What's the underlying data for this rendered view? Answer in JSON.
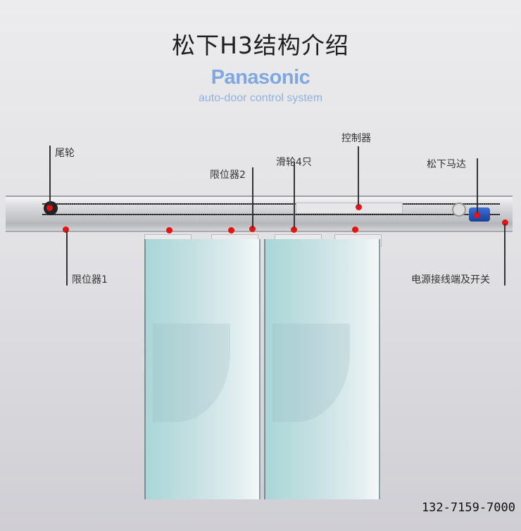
{
  "header": {
    "title": "松下H3结构介绍",
    "brand": "Panasonic",
    "subtitle": "auto-door control system"
  },
  "colors": {
    "brand_blue": "#7fa8e0",
    "marker_red": "#e41414",
    "motor_blue": "#2a55c0",
    "glass": "#c3dfe1"
  },
  "callouts": [
    {
      "id": "tail-pulley",
      "label": "尾轮"
    },
    {
      "id": "limit-switch-2",
      "label": "限位器2"
    },
    {
      "id": "pulleys-4",
      "label": "滑轮4只"
    },
    {
      "id": "controller",
      "label": "控制器"
    },
    {
      "id": "motor",
      "label": "松下马达"
    },
    {
      "id": "limit-switch-1",
      "label": "限位器1"
    },
    {
      "id": "power-terminal-switch",
      "label": "电源接线端及开关"
    }
  ],
  "footer": {
    "phone": "132-7159-7000"
  }
}
